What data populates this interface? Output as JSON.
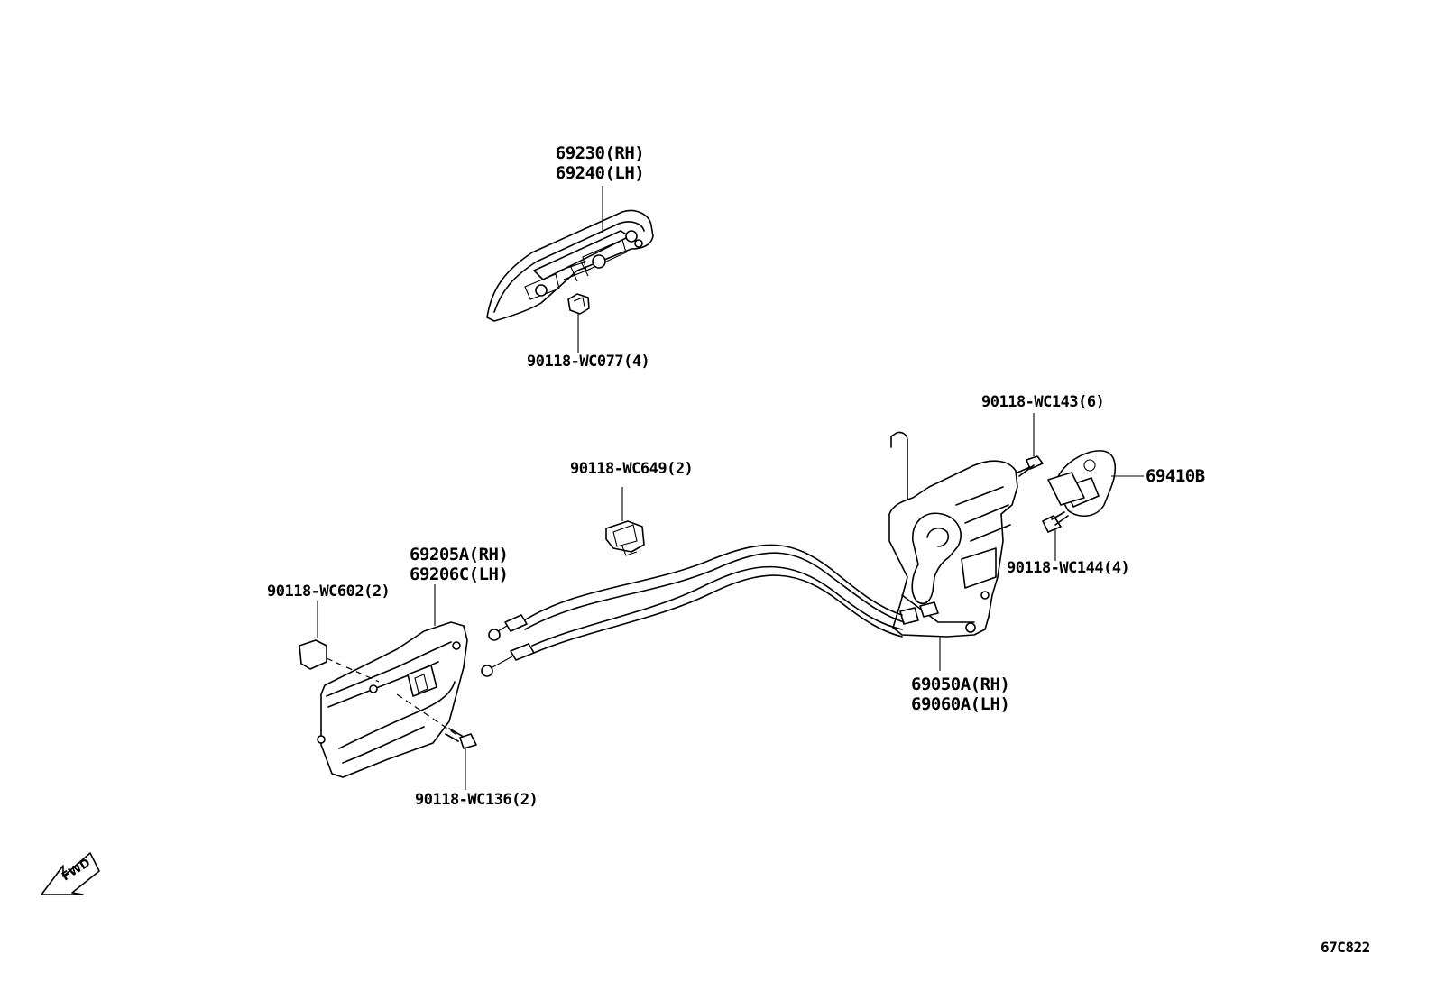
{
  "labels": {
    "outside_handle": {
      "line1": "69230(RH)",
      "line2": "69240(LH)"
    },
    "nut_wc077": "90118-WC077(4)",
    "screw_wc143": "90118-WC143(6)",
    "striker": "69410B",
    "screw_wc144": "90118-WC144(4)",
    "clip_wc649": "90118-WC649(2)",
    "inside_handle": {
      "line1": "69205A(RH)",
      "line2": "69206C(LH)"
    },
    "cap_wc602": "90118-WC602(2)",
    "lock_assy": {
      "line1": "69050A(RH)",
      "line2": "69060A(LH)"
    },
    "screw_wc136": "90118-WC136(2)",
    "fwd_arrow": "FWD",
    "figure_code": "67C822"
  },
  "icons": {
    "fwd_arrow": "direction-arrow-icon"
  }
}
